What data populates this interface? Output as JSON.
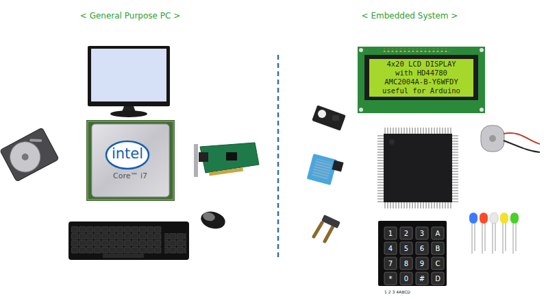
{
  "diagram": {
    "labels": [
      "< General Purpose PC >",
      "< Embedded System >",
      "intel",
      "Core™ i7",
      "4x20 LCD DISPLAY",
      "with HD44780",
      "AMC2004A-B-Y6WFDY",
      "useful for Arduino",
      "1",
      "2",
      "3",
      "A",
      "4",
      "5",
      "6",
      "B",
      "7",
      "8",
      "9",
      "C",
      "*",
      "0",
      "#",
      "D",
      "1 2 3 4ABCD"
    ]
  }
}
